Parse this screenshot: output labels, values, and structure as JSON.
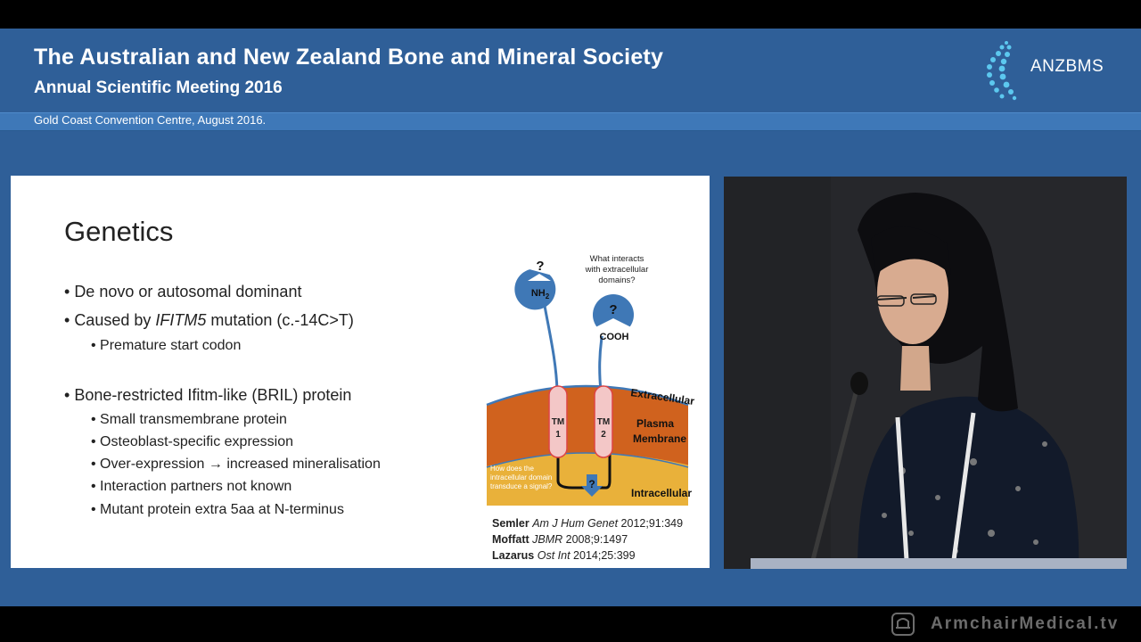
{
  "header": {
    "title": "The Australian and New Zealand Bone and Mineral Society",
    "subtitle": "Annual Scientific Meeting 2016",
    "venue": "Gold Coast Convention Centre, August 2016.",
    "logo_text": "ANZBMS"
  },
  "slide": {
    "title": "Genetics",
    "bullets": [
      {
        "text": "De novo or autosomal dominant"
      },
      {
        "pre": "Caused by ",
        "italic": "IFITM5",
        "post": " mutation (c.-14C>T)"
      },
      {
        "sub": "Premature start codon"
      },
      {
        "text": "Bone-restricted Ifitm-like (BRIL) protein"
      },
      {
        "sub": "Small transmembrane protein"
      },
      {
        "sub": "Osteoblast-specific expression"
      },
      {
        "sub": "Over-expression → increased mineralisation"
      },
      {
        "sub": "Interaction partners not known"
      },
      {
        "sub": "Mutant protein extra 5aa at N-terminus"
      }
    ],
    "diagram": {
      "question_mark": "?",
      "nh2_label": "NH",
      "nh2_subscript": "2",
      "cooh_label": "COOH",
      "top_question": [
        "What interacts",
        "with extracellular",
        "domains?"
      ],
      "extracellular": "Extracellular",
      "plasma": "Plasma",
      "membrane": "Membrane",
      "intracellular": "Intracellular",
      "tm1": "TM",
      "tm1_num": "1",
      "tm2": "TM",
      "tm2_num": "2",
      "bottom_question": [
        "How does the",
        "intracellular domain",
        "transduce a signal?"
      ]
    },
    "references": [
      {
        "author": "Semler",
        "journal": "Am J Hum Genet",
        "detail": " 2012;91:349"
      },
      {
        "author": "Moffatt",
        "journal": "JBMR",
        "detail": " 2008;9:1497"
      },
      {
        "author": "Lazarus",
        "journal": "Ost Int",
        "detail": " 2014;25:399"
      }
    ]
  },
  "watermark": "ArmchairMedical.tv",
  "colors": {
    "frame": "#2f5f98",
    "venue_bar": "#3e78b8",
    "diagram_blue": "#3f78b6",
    "membrane_orange": "#d0621e",
    "intracellular_yellow": "#e9b13a",
    "tm_pink": "#f3c7c7"
  }
}
